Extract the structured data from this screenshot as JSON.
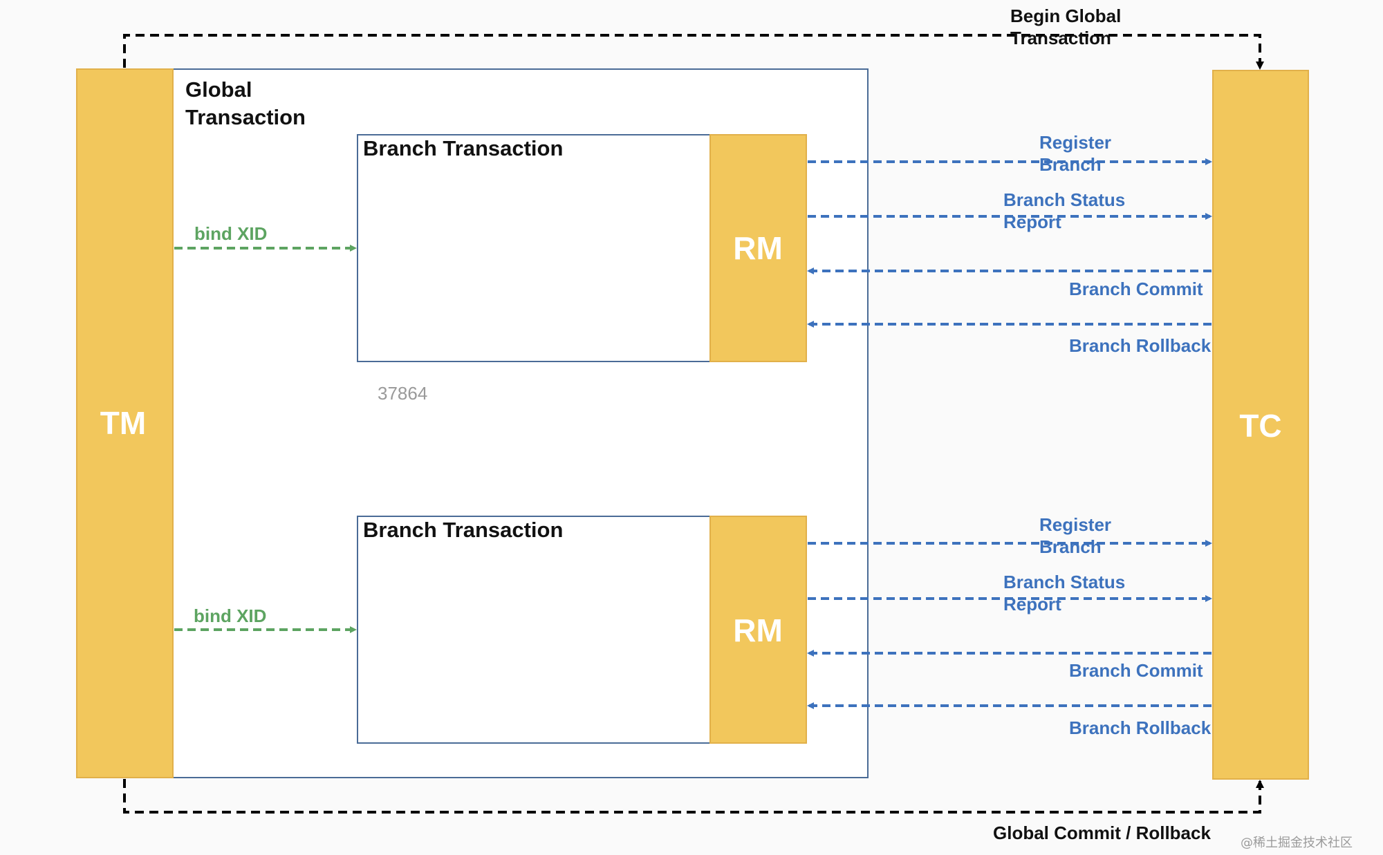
{
  "colors": {
    "background": "#fafafa",
    "component_fill": "#f2c75c",
    "component_stroke": "#e1b04a",
    "box_stroke": "#4a6b96",
    "tc_arrow": "#3d72bd",
    "bind_arrow": "#5da461",
    "global_arrow": "#000000",
    "component_text": "#ffffff",
    "note_text": "#9a9a9a"
  },
  "components": {
    "tm": "TM",
    "tc": "TC",
    "rm_top": "RM",
    "rm_bottom": "RM"
  },
  "global_transaction": {
    "line1": "Global",
    "line2": "Transaction"
  },
  "branches": [
    {
      "title": "Branch Transaction",
      "bind_label": "bind XID"
    },
    {
      "title": "Branch Transaction",
      "bind_label": "bind XID"
    }
  ],
  "branch_messages": [
    {
      "register_line1": "Register",
      "register_line2": "Branch",
      "status_line1": "Branch Status",
      "status_line2": "Report",
      "commit": "Branch Commit",
      "rollback": "Branch Rollback"
    },
    {
      "register_line1": "Register",
      "register_line2": "Branch",
      "status_line1": "Branch Status",
      "status_line2": "Report",
      "commit": "Branch Commit",
      "rollback": "Branch Rollback"
    }
  ],
  "global_messages": {
    "begin_line1": "Begin Global",
    "begin_line2": "Transaction",
    "end": "Global Commit / Rollback"
  },
  "note": "37864",
  "watermark": "@稀土掘金技术社区"
}
